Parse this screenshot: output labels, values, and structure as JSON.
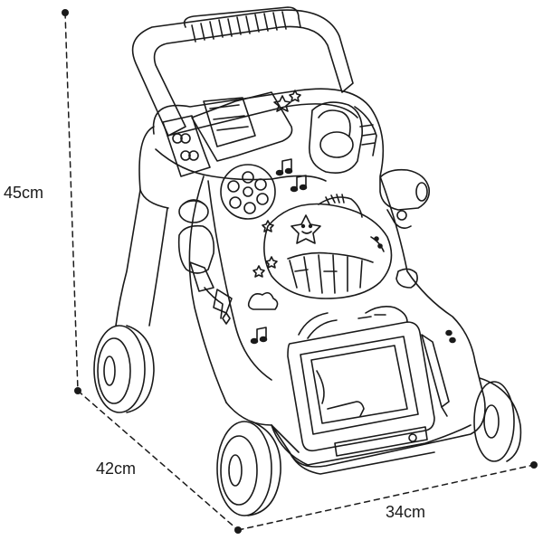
{
  "dimensions": {
    "height": "45cm",
    "depth": "42cm",
    "width": "34cm"
  },
  "colors": {
    "line": "#1a1a1a",
    "background": "#ffffff"
  }
}
